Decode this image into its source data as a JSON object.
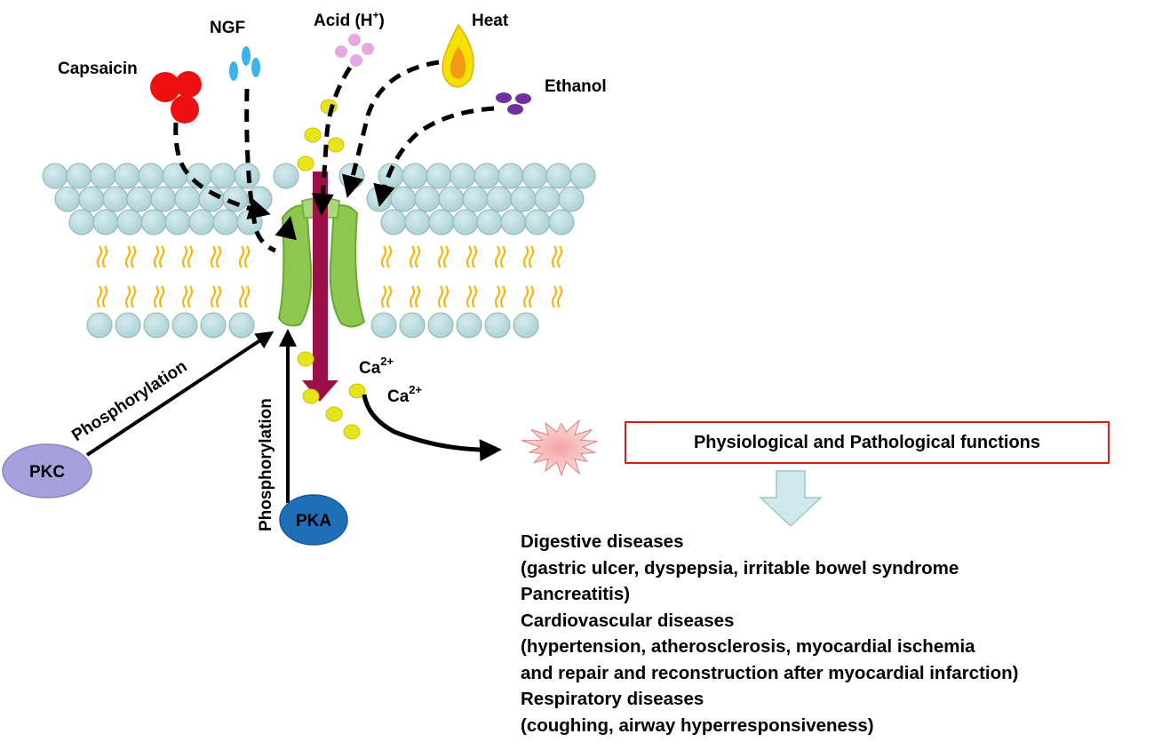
{
  "stimuli": {
    "capsaicin": "Capsaicin",
    "ngf": "NGF",
    "acid": "Acid (H",
    "acid_sup": "+",
    "acid_close": ")",
    "heat": "Heat",
    "ethanol": "Ethanol"
  },
  "ions": {
    "ca_1": "Ca",
    "ca_1_sup": "2+",
    "ca_2": "Ca",
    "ca_2_sup": "2+"
  },
  "kinases": {
    "pkc": "PKC",
    "pka": "PKA",
    "pkc_arrow_label": "Phosphorylation",
    "pka_arrow_label": "Phosphorylation"
  },
  "functions_box": "Physiological and Pathological functions",
  "diseases": [
    "Digestive  diseases",
    "(gastric  ulcer, dyspepsia,  irritable bowel syndrome",
    "Pancreatitis)",
    "Cardiovascular diseases",
    "(hypertension, atherosclerosis,  myocardial ischemia",
    "and repair and reconstruction  after myocardial infarction)",
    "Respiratory  diseases",
    "(coughing,  airway hyperresponsiveness)"
  ],
  "colors": {
    "lipid_head": "#b7d9dc",
    "lipid_tail": "#f2b818",
    "channel": "#8cc850",
    "ion_flux": "#9b1048",
    "calcium": "#e8e41c",
    "capsaicin": "#ee1010",
    "ngf": "#3ab4ea",
    "acid": "#e6a8e0",
    "heat": "#f6e000",
    "ethanol": "#7030a0",
    "pkc": "#a6a0dc",
    "pka": "#1e6eb8",
    "box_border": "#d02020",
    "down_arrow": "#cfe8ec"
  }
}
